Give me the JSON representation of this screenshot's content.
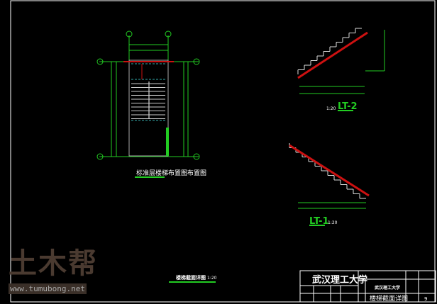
{
  "plan": {
    "title": "标准层楼梯布置图布置图"
  },
  "section_lt2": {
    "label": "LT-2",
    "scale": "1:20"
  },
  "section_lt1": {
    "label": "LT-1",
    "scale": "1:20"
  },
  "bottom_note": {
    "label": "楼梯截面详图",
    "scale": "1:20"
  },
  "title_block": {
    "school": "武汉理工大学",
    "project": "武汉理工大学",
    "drawing_name": "楼梯截面详图",
    "sheet_no": "9"
  },
  "watermark": {
    "brand": "土木帮",
    "url": "www.tumubong.net"
  },
  "colors": {
    "line": "#ffffff",
    "dim": "#22cc22",
    "section": "#cc1111",
    "axis": "#33aaaa"
  }
}
